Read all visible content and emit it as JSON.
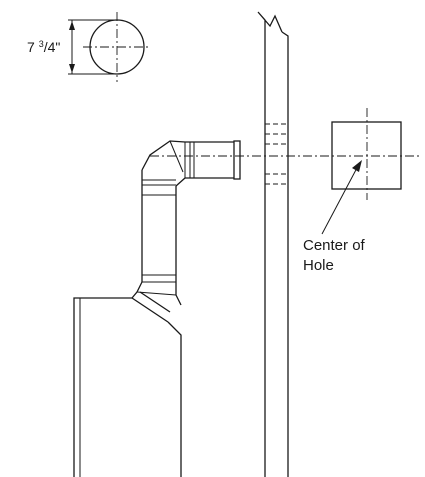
{
  "dimension": {
    "whole": "7 ",
    "numerator": "3",
    "denominator": "/4\""
  },
  "callout": {
    "line1": "Center of",
    "line2": "Hole"
  }
}
